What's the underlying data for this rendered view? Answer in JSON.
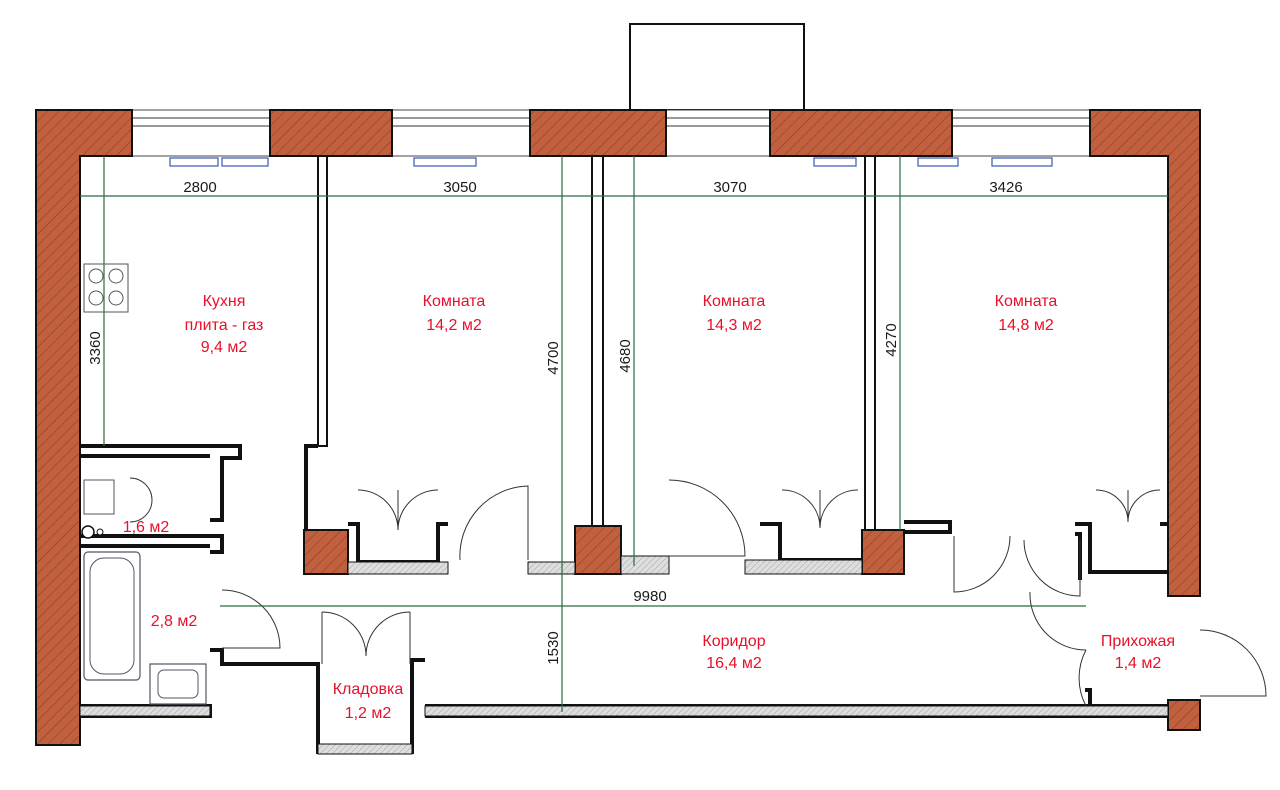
{
  "rooms": {
    "kitchen": {
      "name": "Кухня",
      "note": "плита - газ",
      "area": "9,4 м2"
    },
    "room1": {
      "name": "Комната",
      "area": "14,2 м2"
    },
    "room2": {
      "name": "Комната",
      "area": "14,3 м2"
    },
    "room3": {
      "name": "Комната",
      "area": "14,8 м2"
    },
    "toilet": {
      "area": "1,6 м2"
    },
    "bath": {
      "area": "2,8 м2"
    },
    "corridor": {
      "name": "Коридор",
      "area": "16,4 м2"
    },
    "storage": {
      "name": "Кладовка",
      "area": "1,2 м2"
    },
    "hall": {
      "name": "Прихожая",
      "area": "1,4 м2"
    }
  },
  "dimensions": {
    "w1": "2800",
    "w2": "3050",
    "w3": "3070",
    "w4": "3426",
    "kitchen_depth": "3360",
    "room1_depth": "4700",
    "room2_depth": "4680",
    "room3_depth": "4270",
    "total_length": "9980",
    "corridor_depth": "1530"
  }
}
